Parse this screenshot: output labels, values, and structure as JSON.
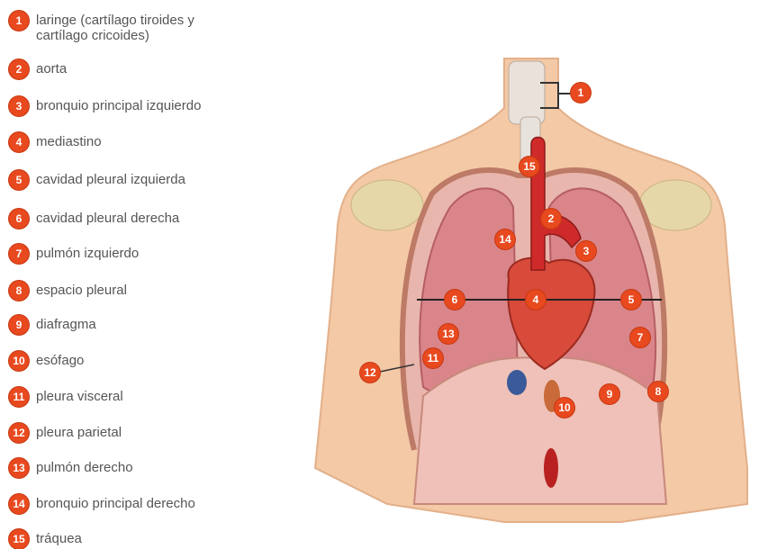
{
  "legend": [
    {
      "num": "1",
      "label": "laringe (cartílago tiroides y\ncartílago cricoides)"
    },
    {
      "num": "2",
      "label": "aorta"
    },
    {
      "num": "3",
      "label": "bronquio principal izquierdo"
    },
    {
      "num": "4",
      "label": "mediastino"
    },
    {
      "num": "5",
      "label": "cavidad pleural izquierda"
    },
    {
      "num": "6",
      "label": "cavidad pleural derecha"
    },
    {
      "num": "7",
      "label": "pulmón izquierdo"
    },
    {
      "num": "8",
      "label": "espacio pleural"
    },
    {
      "num": "9",
      "label": "diafragma"
    },
    {
      "num": "10",
      "label": "esófago"
    },
    {
      "num": "11",
      "label": "pleura visceral"
    },
    {
      "num": "12",
      "label": "pleura parietal"
    },
    {
      "num": "13",
      "label": "pulmón derecho"
    },
    {
      "num": "14",
      "label": "bronquio principal derecho"
    },
    {
      "num": "15",
      "label": "tráquea"
    }
  ],
  "markers": [
    "1",
    "2",
    "3",
    "4",
    "5",
    "6",
    "7",
    "8",
    "9",
    "10",
    "11",
    "12",
    "13",
    "14",
    "15"
  ],
  "colors": {
    "badge": "#e8491f",
    "skin": "#f3c9a6",
    "lung": "#d9858a",
    "heart": "#d84a3a",
    "aorta": "#cf2a2a"
  }
}
